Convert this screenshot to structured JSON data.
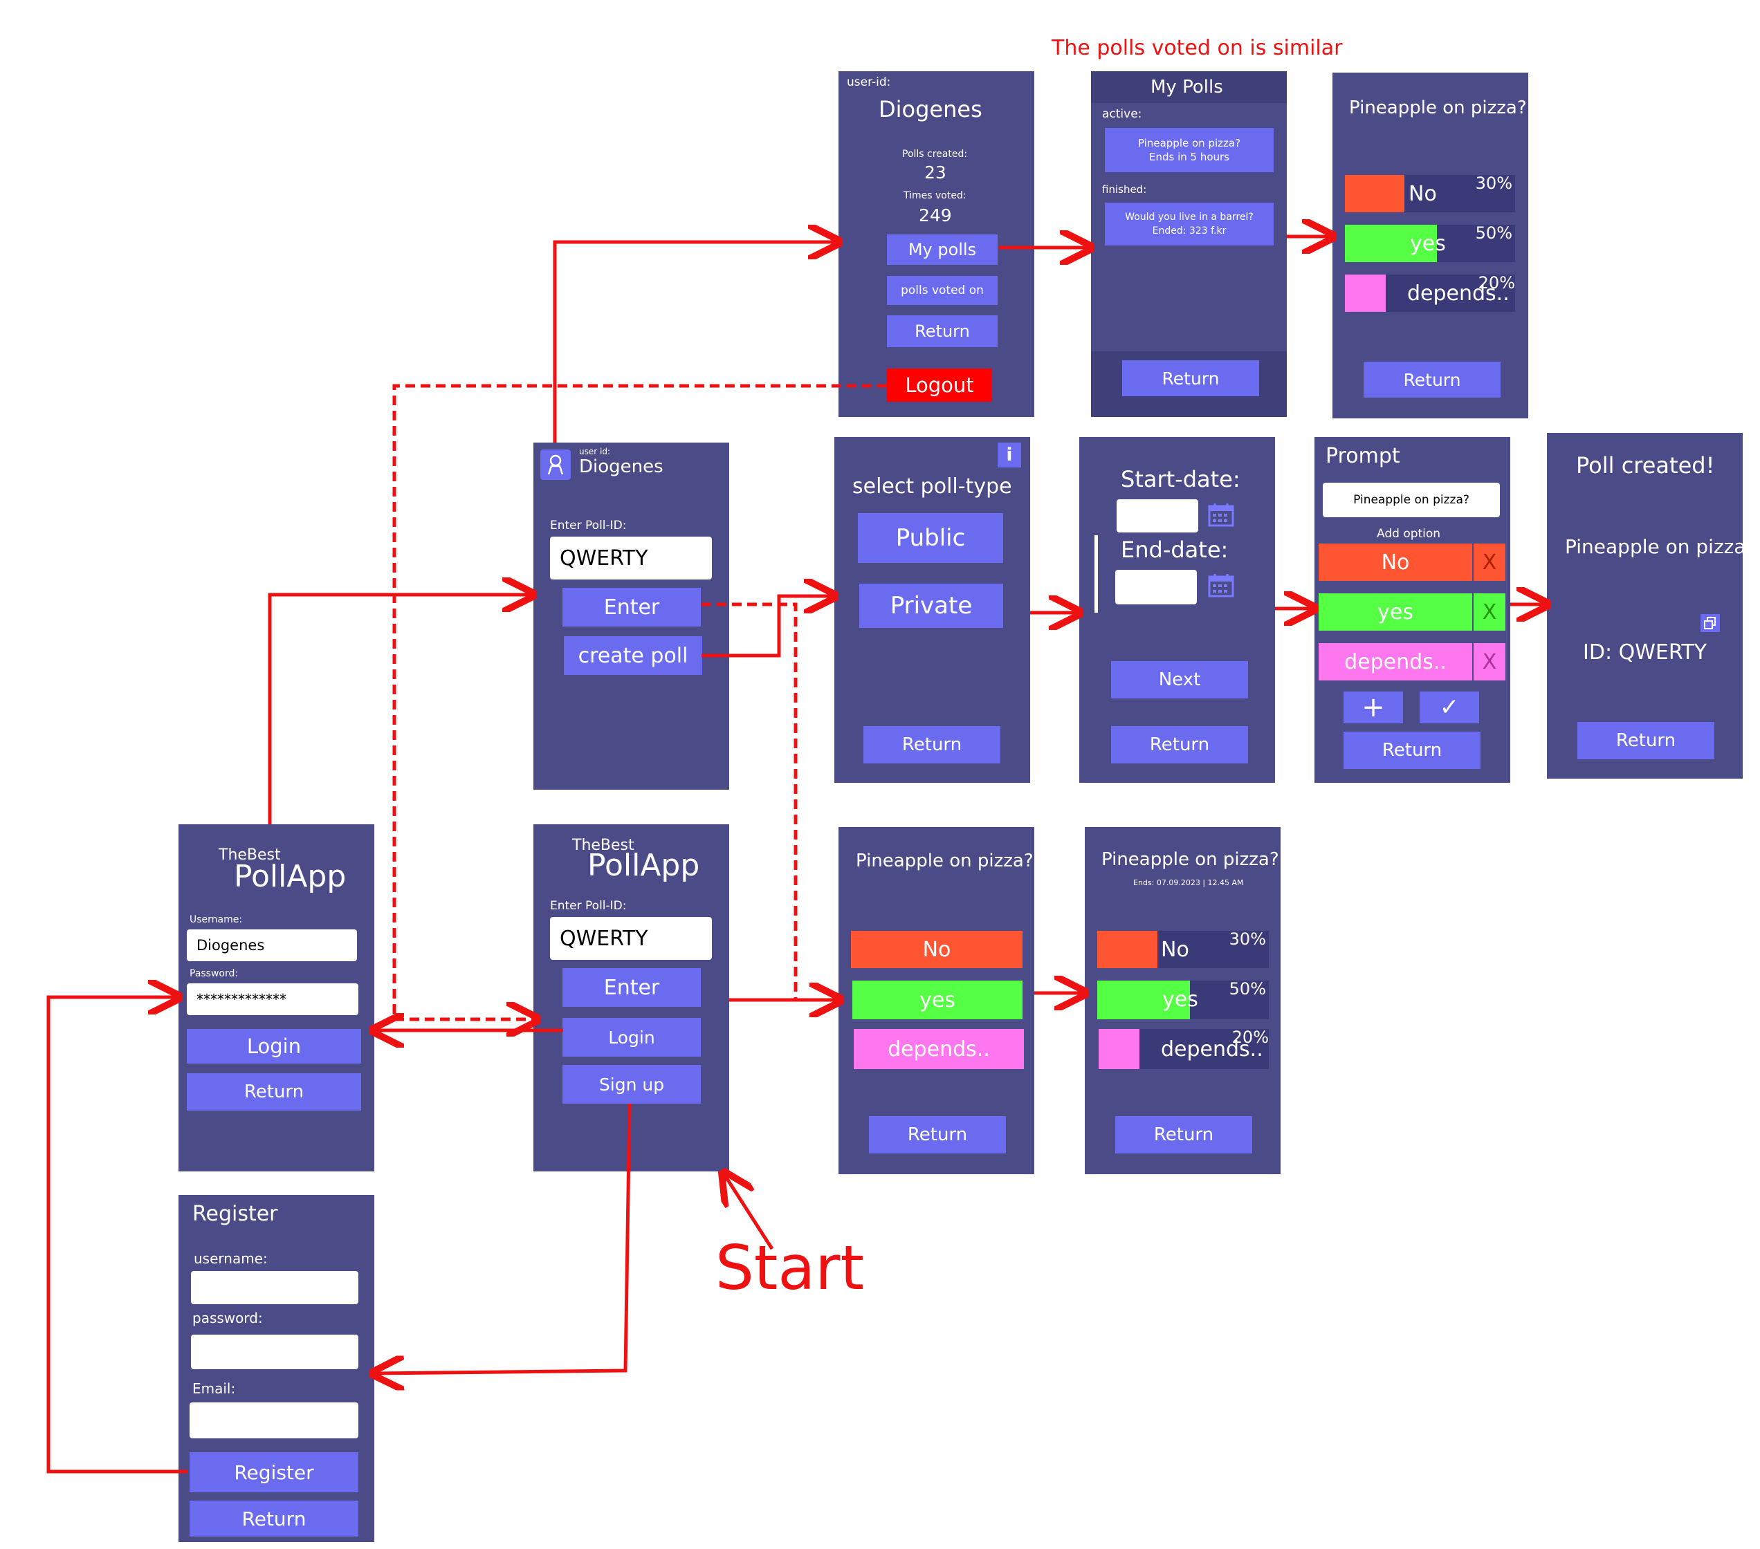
{
  "annotation_top": "The polls voted on is similar",
  "start_label": "Start",
  "colors": {
    "screen": "#4b4b88",
    "button": "#6b6bf0",
    "arrow": "#ee1111",
    "no": "#ff5533",
    "yes": "#55ff44",
    "depends": "#ff77ee"
  },
  "profile": {
    "user_id_label": "user-id:",
    "name": "Diogenes",
    "polls_created_label": "Polls created:",
    "polls_created": "23",
    "times_voted_label": "Times voted:",
    "times_voted": "249",
    "my_polls": "My polls",
    "polls_voted_on": "polls voted on",
    "return": "Return",
    "logout": "Logout"
  },
  "my_polls": {
    "title": "My Polls",
    "active_label": "active:",
    "active_poll_line1": "Pineapple on pizza?",
    "active_poll_line2": "Ends in 5 hours",
    "finished_label": "finished:",
    "finished_poll_line1": "Would you live in a barrel?",
    "finished_poll_line2": "Ended:  323 f.kr",
    "return": "Return"
  },
  "results_top": {
    "question": "Pineapple on pizza?",
    "options": [
      {
        "label": "No",
        "pct": "30%",
        "value": 0.3
      },
      {
        "label": "yes",
        "pct": "50%",
        "value": 0.5
      },
      {
        "label": "depends..",
        "pct": "20%",
        "value": 0.2
      }
    ],
    "return": "Return"
  },
  "home_logged": {
    "user_label": "user id:",
    "name": "Diogenes",
    "poll_id_label": "Enter Poll-ID:",
    "poll_id": "QWERTY",
    "enter": "Enter",
    "create": "create poll"
  },
  "poll_type": {
    "title": "select poll-type",
    "public": "Public",
    "private": "Private",
    "return": "Return",
    "info": "i"
  },
  "dates": {
    "start": "Start-date:",
    "end": "End-date:",
    "next": "Next",
    "return": "Return"
  },
  "prompt": {
    "title": "Prompt",
    "question": "Pineapple on pizza?",
    "add_option": "Add option",
    "options": [
      "No",
      "yes",
      "depends.."
    ],
    "remove": "X",
    "plus": "+",
    "check": "✓",
    "return": "Return"
  },
  "created": {
    "title": "Poll created!",
    "question": "Pineapple on pizza?",
    "id": "ID: QWERTY",
    "return": "Return"
  },
  "login": {
    "brand_small": "TheBest",
    "brand_big": "PollApp",
    "username_label": "Username:",
    "username": "Diogenes",
    "password_label": "Password:",
    "password": "*************",
    "login": "Login",
    "return": "Return"
  },
  "start_screen": {
    "brand_small": "TheBest",
    "brand_big": "PollApp",
    "poll_id_label": "Enter Poll-ID:",
    "poll_id": "QWERTY",
    "enter": "Enter",
    "login": "Login",
    "signup": "Sign up"
  },
  "vote": {
    "question": "Pineapple on pizza?",
    "options": [
      "No",
      "yes",
      "depends.."
    ],
    "return": "Return"
  },
  "results_bottom": {
    "question": "Pineapple on pizza?",
    "ends": "Ends: 07.09.2023 | 12.45 AM",
    "options": [
      {
        "label": "No",
        "pct": "30%",
        "value": 0.3
      },
      {
        "label": "yes",
        "pct": "50%",
        "value": 0.5
      },
      {
        "label": "depends..",
        "pct": "20%",
        "value": 0.2
      }
    ],
    "return": "Return"
  },
  "register": {
    "title": "Register",
    "username_label": "username:",
    "password_label": "password:",
    "email_label": "Email:",
    "register": "Register",
    "return": "Return"
  }
}
